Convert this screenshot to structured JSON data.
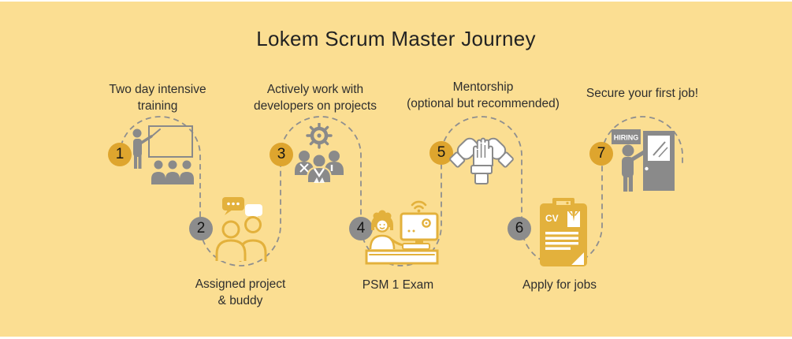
{
  "title": "Lokem Scrum Master Journey",
  "colors": {
    "background": "#FBDE92",
    "gold": "#DEA52E",
    "icon_gold": "#E3B13C",
    "gray": "#8C8C8C",
    "icon_gray": "#8A8A8A",
    "text": "#2E2E2E",
    "path_gray": "#8F8F8F"
  },
  "steps": [
    {
      "number": "1",
      "label": "Two day intensive\ntraining",
      "icon": "classroom-training-icon",
      "circle_color": "gold",
      "label_position": "top"
    },
    {
      "number": "2",
      "label": "Assigned project\n& buddy",
      "icon": "project-buddy-chat-icon",
      "circle_color": "gray",
      "label_position": "bottom"
    },
    {
      "number": "3",
      "label": "Actively work with\ndevelopers on projects",
      "icon": "scrum-team-gear-icon",
      "circle_color": "gold",
      "label_position": "top"
    },
    {
      "number": "4",
      "label": "PSM 1 Exam",
      "icon": "online-exam-desk-icon",
      "circle_color": "gray",
      "label_position": "bottom"
    },
    {
      "number": "5",
      "label": "Mentorship\n(optional but recommended)",
      "icon": "teamwork-hands-icon",
      "circle_color": "gold",
      "label_position": "top"
    },
    {
      "number": "6",
      "label": "Apply for jobs",
      "icon": "cv-clipboard-icon",
      "circle_color": "gray",
      "label_position": "bottom"
    },
    {
      "number": "7",
      "label": "Secure your first job!",
      "icon": "hiring-door-icon",
      "circle_color": "gold",
      "label_position": "top"
    }
  ],
  "icon_texts": {
    "hiring_sign": "HIRING",
    "cv_label": "CV"
  }
}
